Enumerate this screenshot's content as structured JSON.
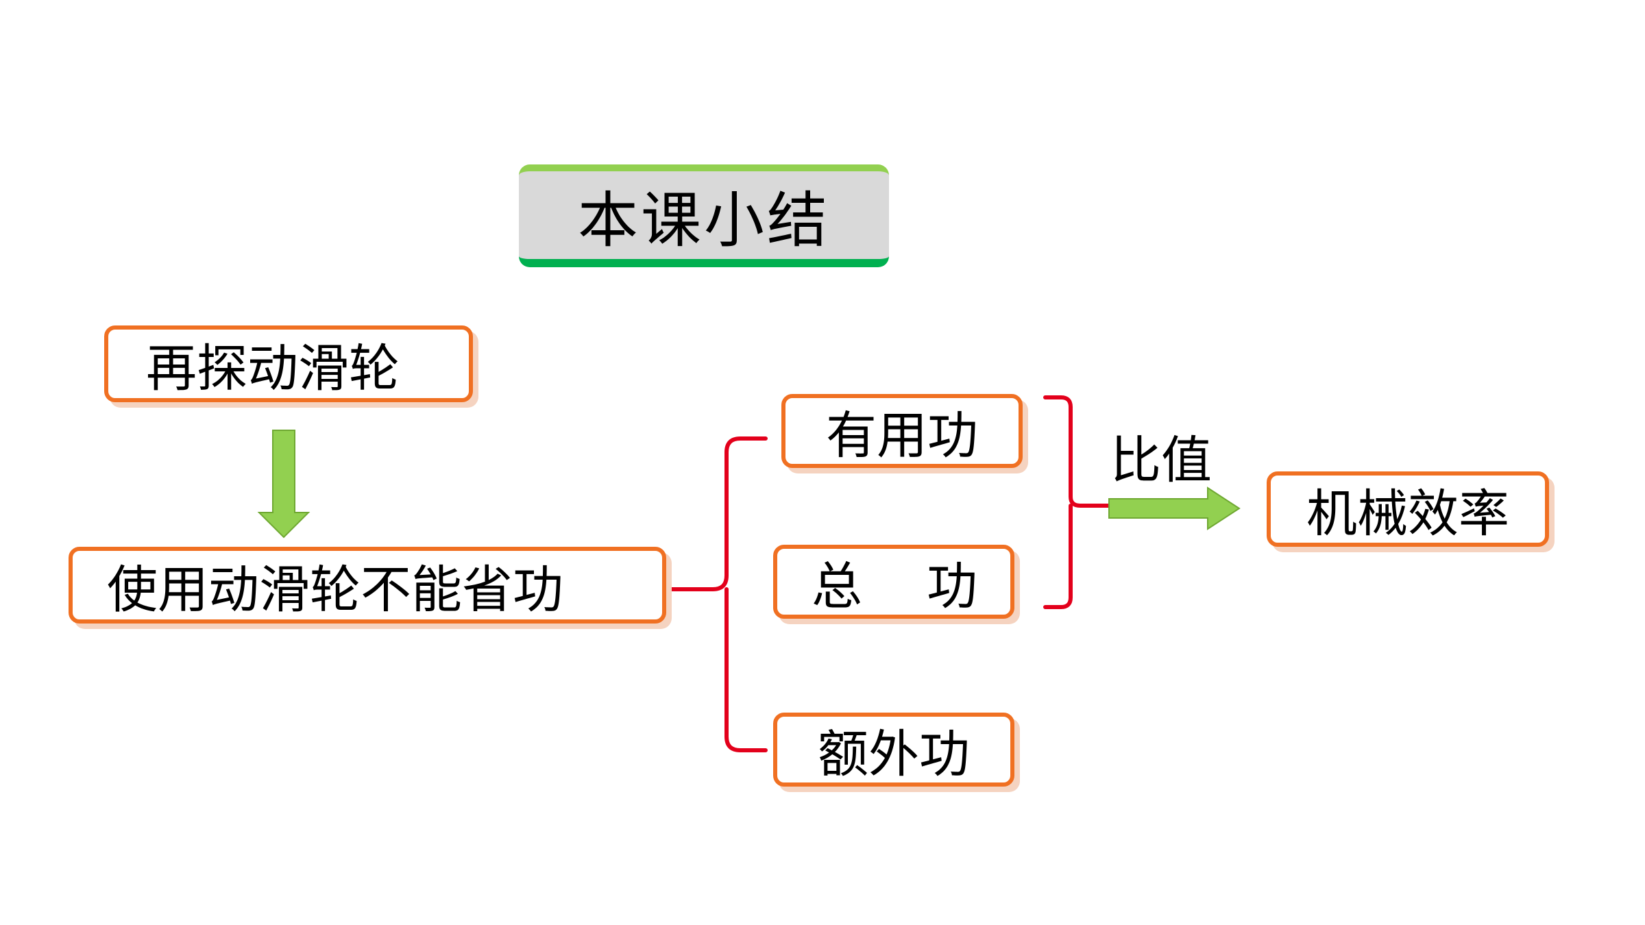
{
  "title": "本课小结",
  "nodes": {
    "explore": "再探动滑轮",
    "conclusion": "使用动滑轮不能省功",
    "useful_work": "有用功",
    "total_work": "总    功",
    "extra_work": "额外功",
    "efficiency": "机械效率"
  },
  "ratio_label": "比值",
  "colors": {
    "node_border": "#f07022",
    "bracket": "#e3001b",
    "arrow": "#92d050",
    "title_top": "#92d050",
    "title_bottom": "#00b050",
    "title_fill": "#d9d9d9"
  }
}
